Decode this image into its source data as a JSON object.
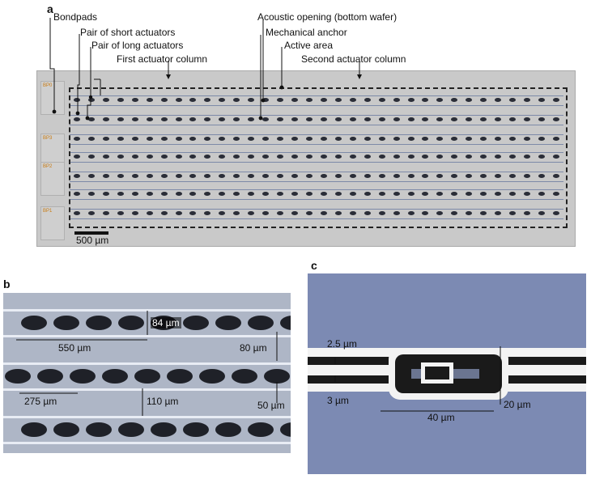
{
  "panel_a": {
    "letter": "a",
    "labels": {
      "bondpads": "Bondpads",
      "short": "Pair of short actuators",
      "long": "Pair of long actuators",
      "first_col": "First actuator column",
      "acoustic": "Acoustic opening (bottom wafer)",
      "anchor": "Mechanical anchor",
      "active": "Active area",
      "second_col": "Second actuator column"
    },
    "bondpad_tags": [
      "BP0",
      "BP3",
      "BP2",
      "BP1"
    ],
    "scale_bar": "500 µm",
    "colors": {
      "chip": "#c9c9c9",
      "beam": "#7d8aa8",
      "opening": "#2a2d37",
      "bondpad_text": "#c97a10"
    }
  },
  "panel_b": {
    "letter": "b",
    "dims": {
      "d84": "84 µm",
      "d550": "550 µm",
      "d80": "80 µm",
      "d275": "275 µm",
      "d110": "110 µm",
      "d50": "50 µm"
    },
    "colors": {
      "background": "#aeb6c6",
      "opening": "#1f2128",
      "wire": "#e8ecf4"
    }
  },
  "panel_c": {
    "letter": "c",
    "dims": {
      "d25": "2.5 µm",
      "d3": "3 µm",
      "d40": "40 µm",
      "d20": "20 µm"
    },
    "colors": {
      "background": "#7c8ab3",
      "conductor": "#1a1a1a",
      "edge": "#f3f3f3"
    }
  }
}
